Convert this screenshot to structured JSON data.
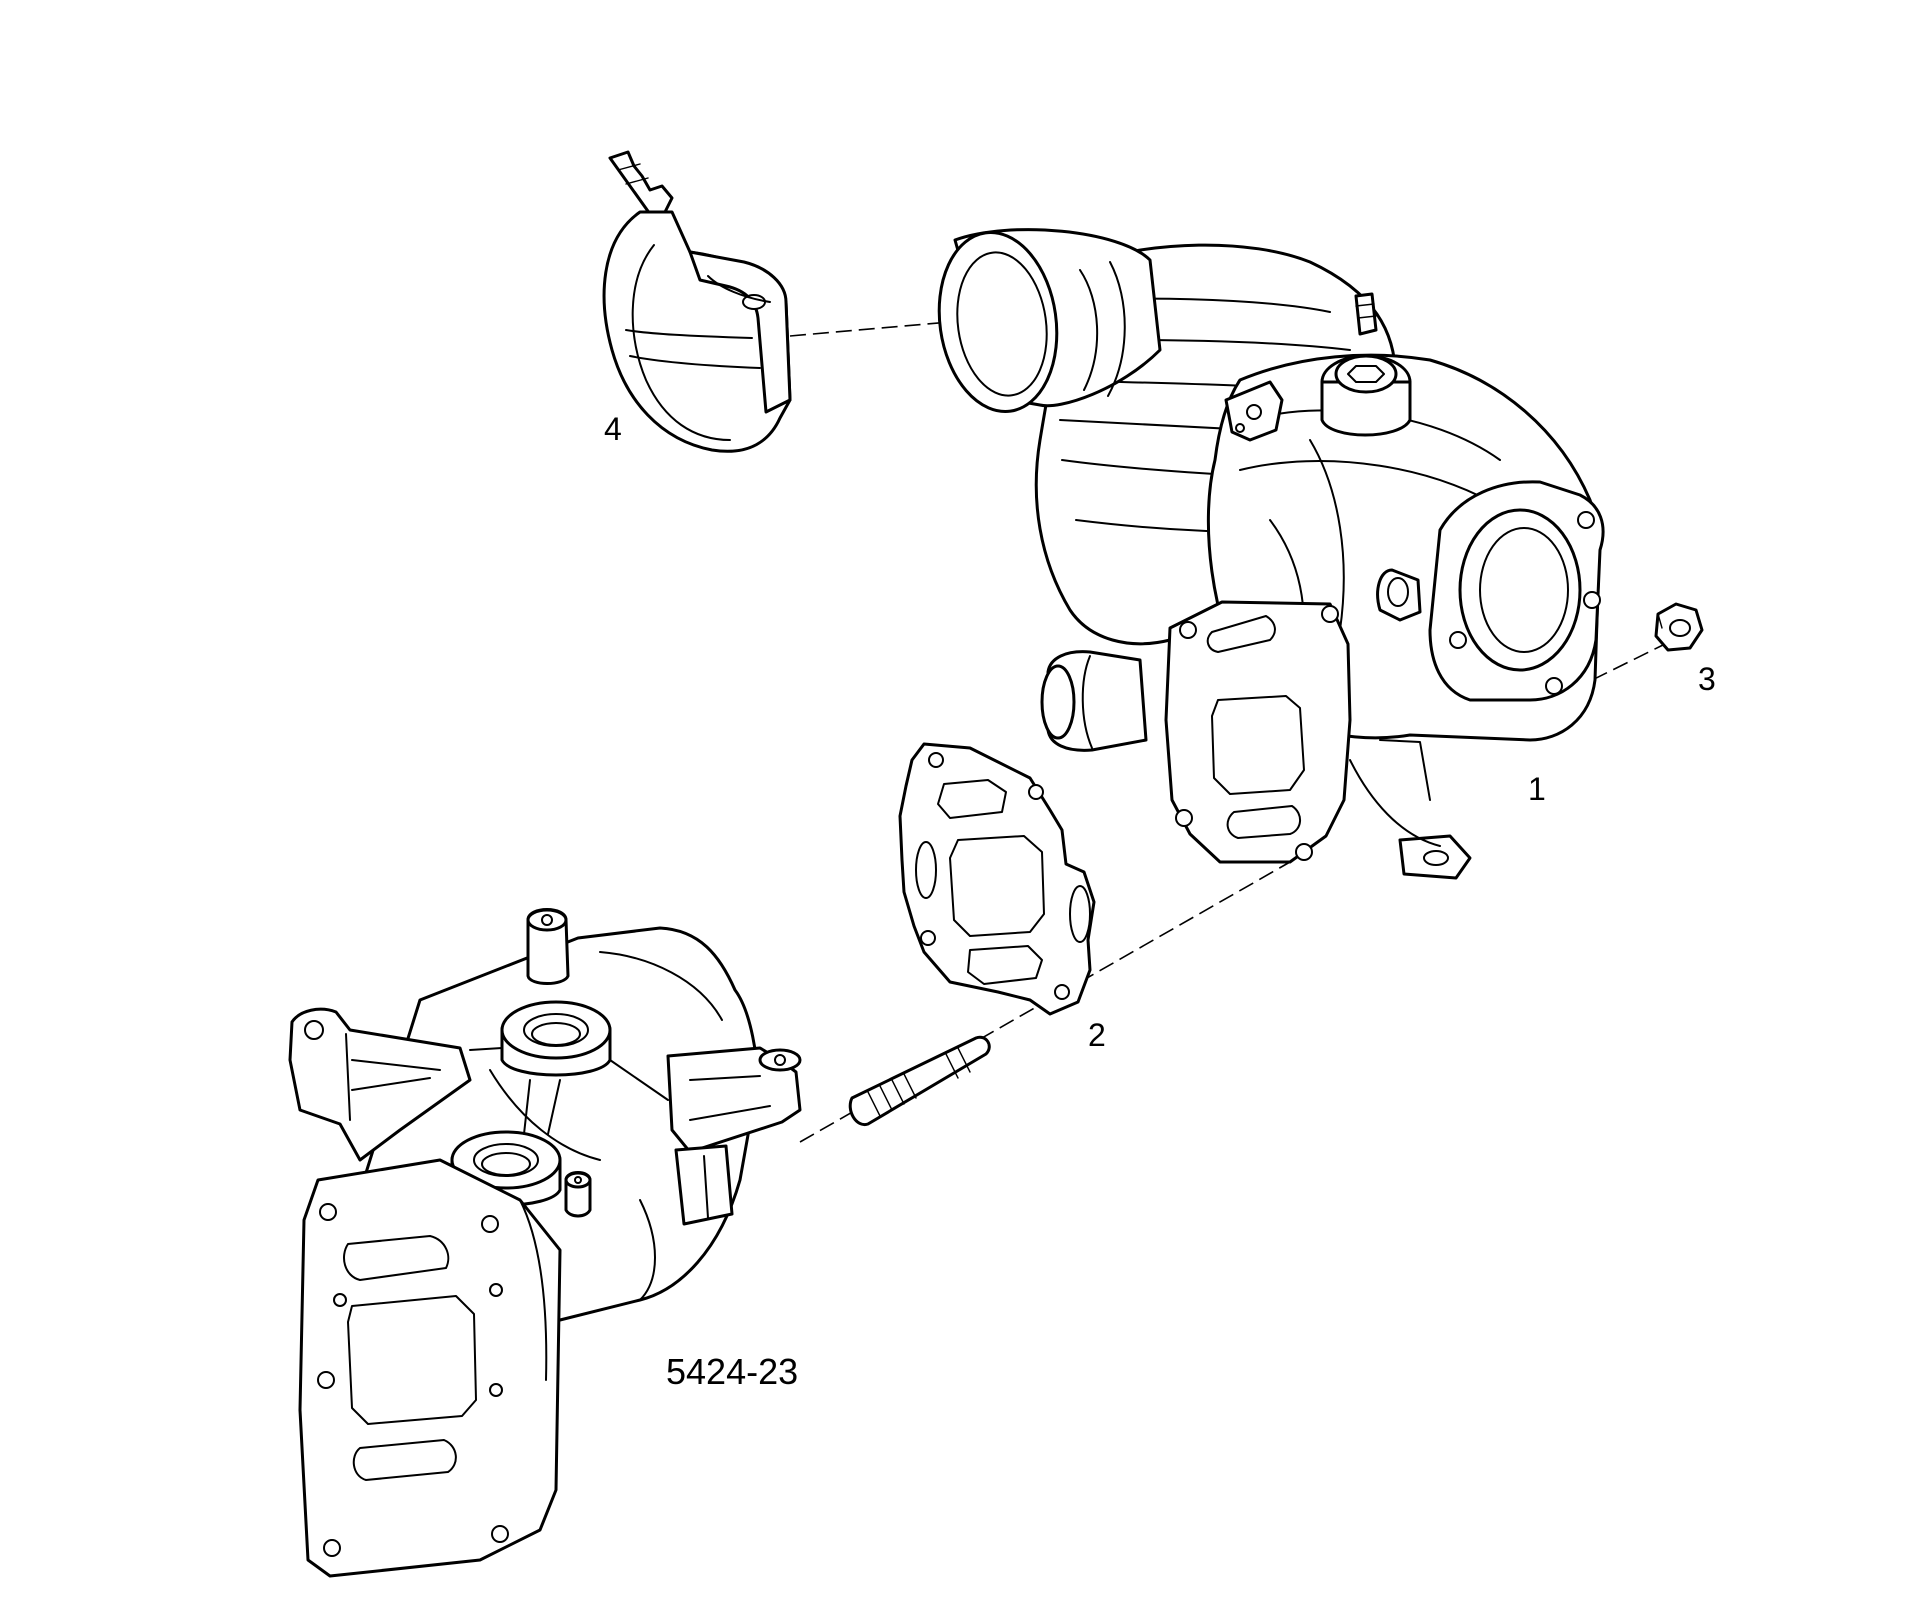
{
  "callouts": {
    "turbocharger": "1",
    "gasket": "2",
    "nut": "3",
    "v_band_clamp": "4"
  },
  "figure_number": "5424-23"
}
